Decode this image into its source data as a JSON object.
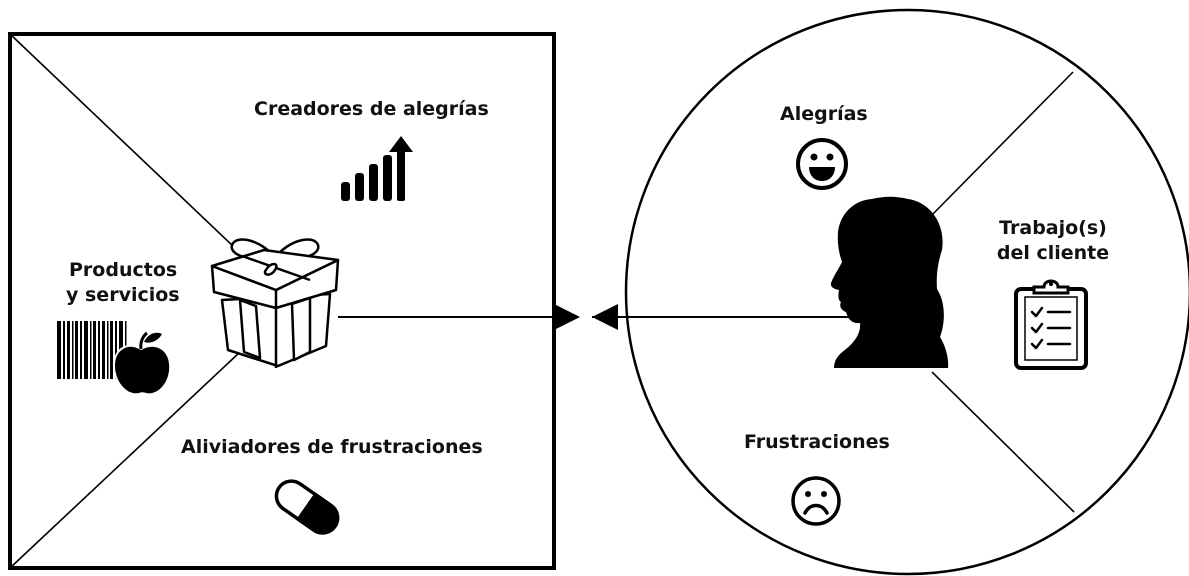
{
  "value_map": {
    "gain_creators": "Creadores de alegrías",
    "products_line1": "Productos",
    "products_line2": "y servicios",
    "pain_relievers": "Aliviadores de frustraciones"
  },
  "customer_profile": {
    "gains": "Alegrías",
    "jobs_line1": "Trabajo(s)",
    "jobs_line2": "del cliente",
    "pains": "Frustraciones"
  },
  "colors": {
    "ink": "#000000",
    "background": "#ffffff"
  },
  "icons": {
    "gain_creators": "bar-chart-arrow-icon",
    "products": "barcode-apple-icon",
    "center": "gift-box-icon",
    "pain_relievers": "pill-capsule-icon",
    "gains": "smiley-face-icon",
    "customer": "woman-silhouette-icon",
    "jobs": "clipboard-checklist-icon",
    "pains": "sad-face-icon"
  }
}
